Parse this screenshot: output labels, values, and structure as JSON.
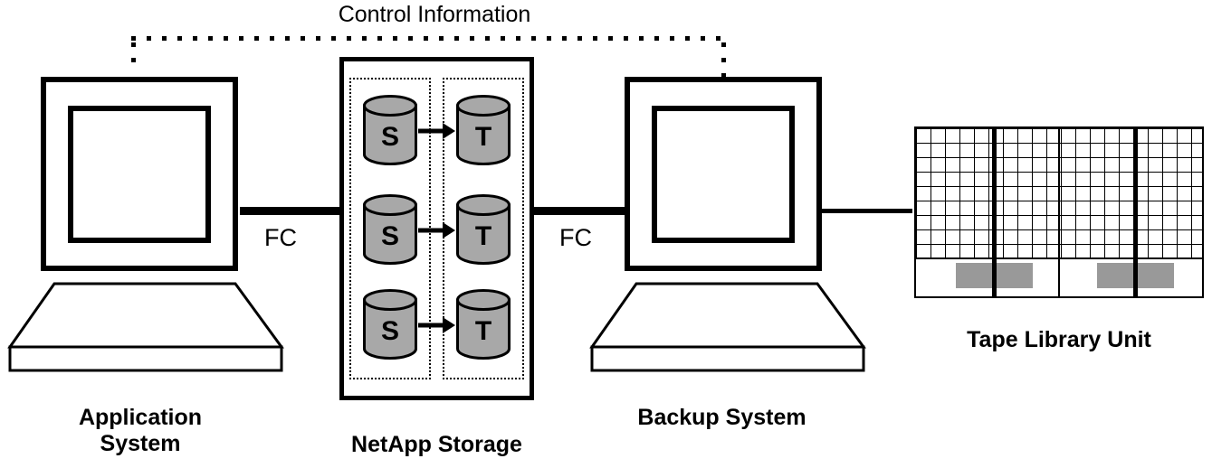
{
  "diagram": {
    "control_information_label": "Control Information",
    "fc_left_label": "FC",
    "fc_right_label": "FC",
    "application_system_label": "Application System",
    "netapp_storage_label": "NetApp Storage",
    "backup_system_label": "Backup System",
    "tape_library_label": "Tape Library Unit",
    "storage": {
      "rows": [
        {
          "source": "S",
          "target": "T"
        },
        {
          "source": "S",
          "target": "T"
        },
        {
          "source": "S",
          "target": "T"
        }
      ]
    },
    "colors": {
      "cylinder_fill": "#a8a8a8",
      "tape_slot_fill": "#999999",
      "line": "#000000"
    }
  }
}
